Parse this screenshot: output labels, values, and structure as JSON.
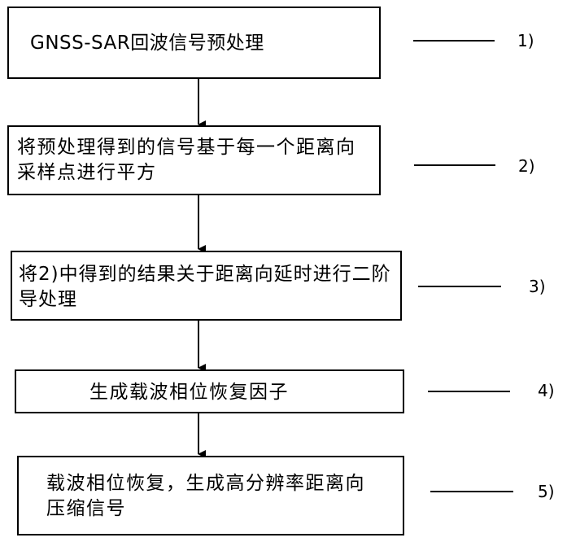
{
  "flowchart": {
    "steps": [
      {
        "label": "GNSS-SAR回波信号预处理",
        "number": "1)"
      },
      {
        "label": "将预处理得到的信号基于每一个距离向采样点进行平方",
        "number": "2)"
      },
      {
        "label": "将2)中得到的结果关于距离向延时进行二阶导处理",
        "number": "3)"
      },
      {
        "label": "生成载波相位恢复因子",
        "number": "4)"
      },
      {
        "label": "载波相位恢复，生成高分辨率距离向压缩信号",
        "number": "5)"
      }
    ]
  }
}
